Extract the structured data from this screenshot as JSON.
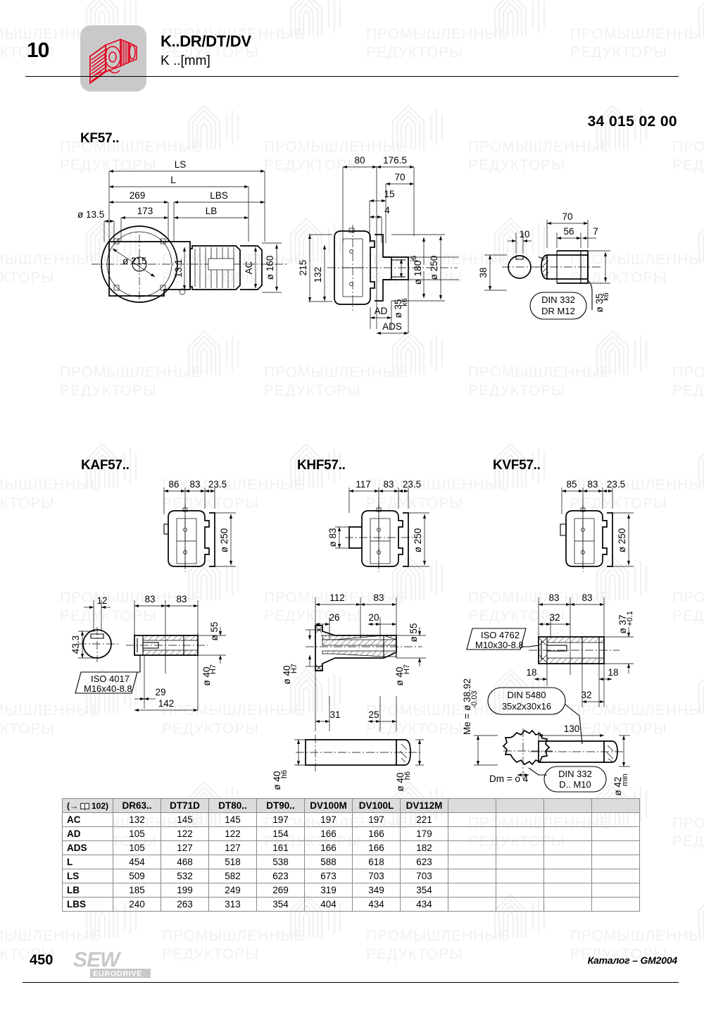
{
  "header": {
    "chapter_number": "10",
    "title": "K..DR/DT/DV",
    "subtitle": "K ..[mm]",
    "icon": "gearmotor-icon",
    "part_number": "34 015 02 00"
  },
  "sections": {
    "kf57": {
      "label": "KF57.."
    },
    "kaf57": {
      "label": "KAF57.."
    },
    "khf57": {
      "label": "KHF57.."
    },
    "kvf57": {
      "label": "KVF57.."
    }
  },
  "dims": {
    "kf57_left": {
      "LS": "LS",
      "L": "L",
      "LBS": "LBS",
      "LB": "LB",
      "d269": "269",
      "d173": "173",
      "dia135": "ø 13.5",
      "dia215": "ø 215",
      "d131": "13.1",
      "AC": "AC",
      "dia160": "ø 160"
    },
    "kf57_mid": {
      "d80": "80",
      "d1765": "176.5",
      "d70": "70",
      "d15": "15",
      "d4": "4",
      "d215": "215",
      "d132": "132",
      "dia180": "ø 180",
      "tol180": "j6",
      "dia250": "ø 250",
      "dia35": "ø 35",
      "tol35": "k6",
      "AD": "AD",
      "ADS": "ADS"
    },
    "kf57_right": {
      "d10": "10",
      "d70": "70",
      "d56": "56",
      "d7": "7",
      "d38": "38",
      "dia35": "ø 35",
      "tol35": "k6",
      "balloon_l1": "DIN 332",
      "balloon_l2": "DR M12"
    },
    "kaf57_top": {
      "d86": "86",
      "d83": "83",
      "d235": "23.5",
      "dia250": "ø 250"
    },
    "kaf57_bot": {
      "d12": "12",
      "d433": "43.3",
      "d83a": "83",
      "d83b": "83",
      "dia55": "ø 55",
      "dia40": "ø 40",
      "tol40": "H7",
      "d29": "29",
      "d142": "142",
      "balloon_l1": "ISO 4017",
      "balloon_l2": "M16x40-8.8"
    },
    "khf57_top": {
      "d117": "117",
      "d83": "83",
      "d235": "23.5",
      "dia83": "ø 83",
      "dia250": "ø 250"
    },
    "khf57_bot": {
      "d112": "112",
      "d83": "83",
      "d26": "26",
      "d20": "20",
      "dia40L": "ø 40",
      "tol40L": "H7",
      "dia55": "ø 55",
      "dia40R": "ø 40",
      "tol40R": "H7",
      "d31": "31",
      "d25": "25",
      "dia40h6L": "ø 40",
      "tol40h6L": "h6",
      "dia40h6R": "ø 40",
      "tol40h6R": "h6"
    },
    "kvf57_top": {
      "d85": "85",
      "d83": "83",
      "d235": "23.5",
      "dia250": "ø 250"
    },
    "kvf57_bot": {
      "d83a": "83",
      "d83b": "83",
      "d32top": "32",
      "dia37": "ø 37",
      "tol37": "+0.1",
      "d18L": "18",
      "d18R": "18",
      "d32bot": "32",
      "d130": "130",
      "me": "Me = ø 38.92",
      "me_tol": "-0.03",
      "dm": "Dm = o 4",
      "dia42": "ø 42",
      "tol42": "min",
      "balloon_iso_l1": "ISO 4762",
      "balloon_iso_l2": "M10x30-8.8",
      "balloon_din5480_l1": "DIN 5480",
      "balloon_din5480_l2": "35x2x30x16",
      "balloon_din332_l1": "DIN 332",
      "balloon_din332_l2": "D.. M10"
    }
  },
  "table": {
    "corner_label": "(→",
    "corner_icon": "book-icon",
    "corner_page": "102)",
    "columns": [
      "DR63..",
      "DT71D",
      "DT80..",
      "DT90..",
      "DV100M",
      "DV100L",
      "DV112M",
      "",
      "",
      "",
      ""
    ],
    "rows": [
      {
        "label": "AC",
        "values": [
          "132",
          "145",
          "145",
          "197",
          "197",
          "197",
          "221",
          "",
          "",
          "",
          ""
        ]
      },
      {
        "label": "AD",
        "values": [
          "105",
          "122",
          "122",
          "154",
          "166",
          "166",
          "179",
          "",
          "",
          "",
          ""
        ]
      },
      {
        "label": "ADS",
        "values": [
          "105",
          "127",
          "127",
          "161",
          "166",
          "166",
          "182",
          "",
          "",
          "",
          ""
        ]
      },
      {
        "label": "L",
        "values": [
          "454",
          "468",
          "518",
          "538",
          "588",
          "618",
          "623",
          "",
          "",
          "",
          ""
        ]
      },
      {
        "label": "LS",
        "values": [
          "509",
          "532",
          "582",
          "623",
          "673",
          "703",
          "703",
          "",
          "",
          "",
          ""
        ]
      },
      {
        "label": "LB",
        "values": [
          "185",
          "199",
          "249",
          "269",
          "319",
          "349",
          "354",
          "",
          "",
          "",
          ""
        ]
      },
      {
        "label": "LBS",
        "values": [
          "240",
          "263",
          "313",
          "354",
          "404",
          "434",
          "434",
          "",
          "",
          "",
          ""
        ]
      }
    ]
  },
  "footer": {
    "page_number": "450",
    "logo_top": "SEW",
    "logo_bottom": "EURODRIVE",
    "catalog": "Каталог – GM2004"
  },
  "watermark": {
    "line1": "ПРОМЫШЛЕННЫЕ",
    "line2": "РЕДУКТОРЫ"
  },
  "colors": {
    "accent_red": "#e2001a",
    "icon_bg": "#c9c9c9",
    "table_header_bg": "#dcdcdc",
    "watermark": "#f1f1f1"
  }
}
